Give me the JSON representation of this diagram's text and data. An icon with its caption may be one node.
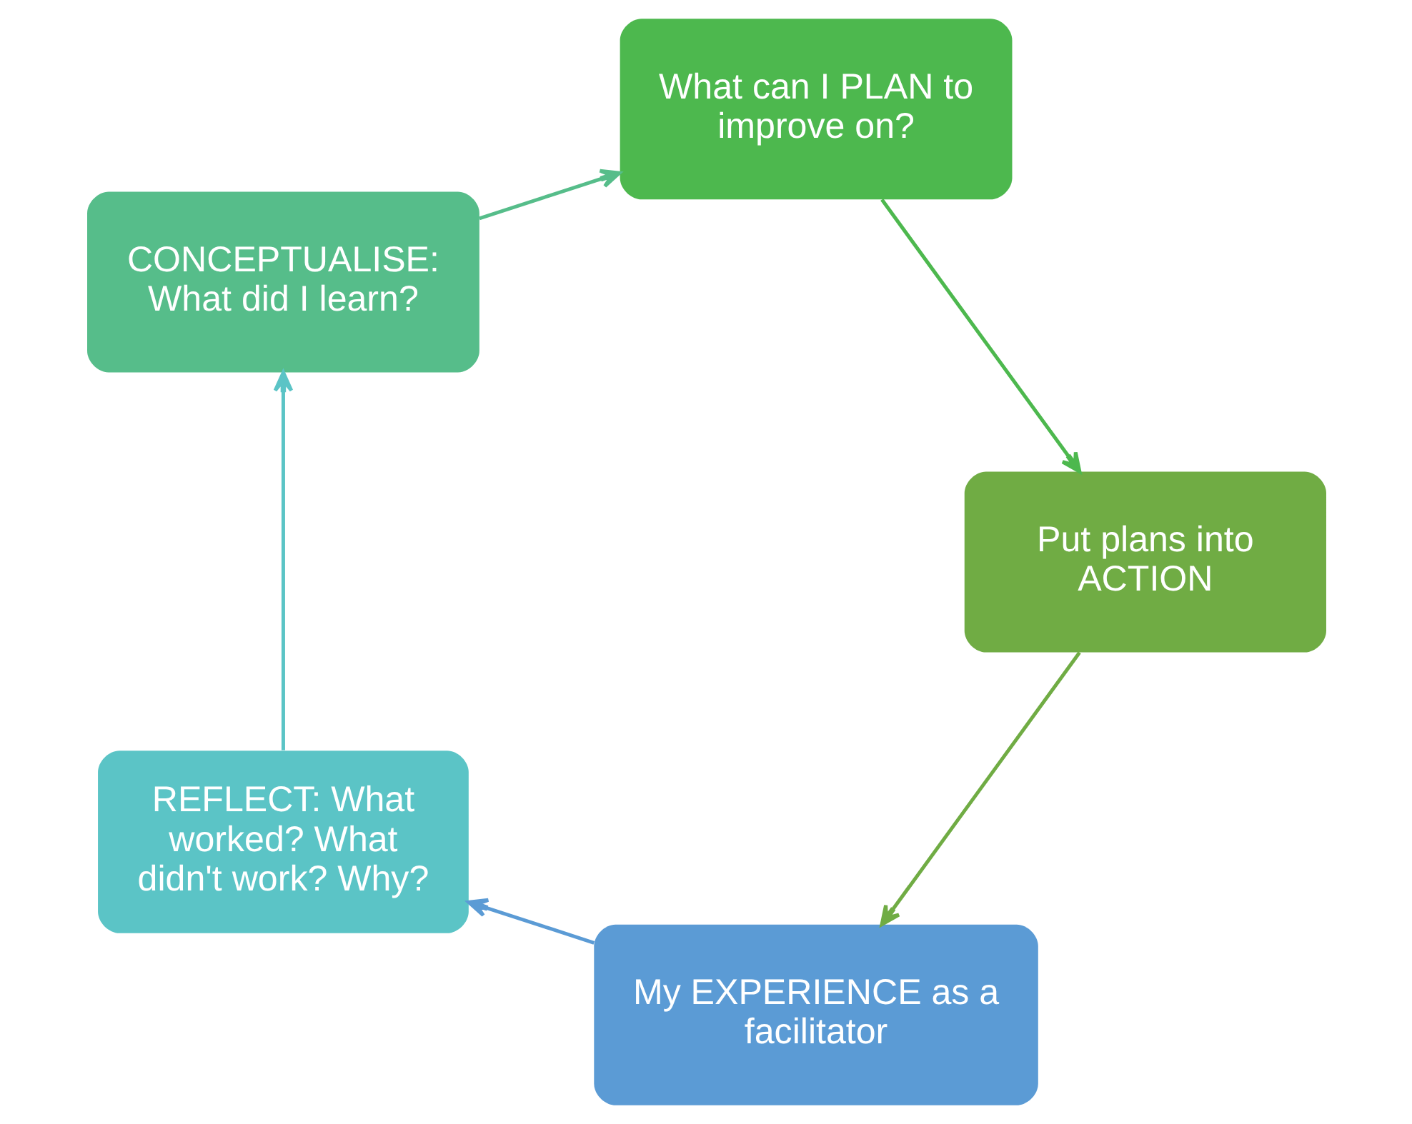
{
  "diagram": {
    "nodes": [
      {
        "text": [
          "My EXPERIENCE as a facilitator"
        ]
      },
      {
        "text": [
          "REFLECT: What worked? What didn't work? Why?"
        ]
      },
      {
        "text": [
          "CONCEPTUALISE: What did I learn?"
        ]
      },
      {
        "text": [
          "What can I PLAN to improve on?"
        ]
      },
      {
        "text": [
          "Put plans into ACTION"
        ]
      }
    ],
    "edges": [
      {
        "from": 0,
        "to": 1,
        "arrow": "to",
        "color": "#5b9bd5"
      },
      {
        "from": 1,
        "to": 2,
        "arrow": "to",
        "color": "#5bc4c6"
      },
      {
        "from": 2,
        "to": 3,
        "arrow": "to",
        "color": "#56bd8a"
      },
      {
        "from": 3,
        "to": 4,
        "arrow": "to",
        "color": "#4db84e"
      },
      {
        "from": 4,
        "to": 0,
        "arrow": "to",
        "color": "#70ac44"
      }
    ]
  }
}
